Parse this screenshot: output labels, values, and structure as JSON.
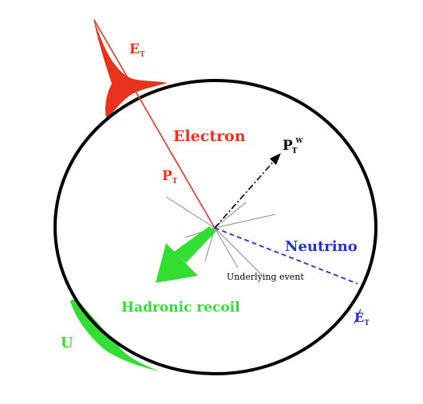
{
  "diagram": {
    "labels": {
      "et_top": "E",
      "et_top_sub": "T",
      "electron": "Electron",
      "pt_electron": "P",
      "pt_electron_sub": "T",
      "ptw": "P",
      "ptw_sub": "T",
      "ptw_sup": "W",
      "neutrino": "Neutrino",
      "underlying_event": "Underlying event",
      "hadronic_recoil": "Hadronic recoil",
      "u": "U",
      "et_missing": "E",
      "et_missing_sub": "T"
    },
    "colors": {
      "electron": "#e8341c",
      "neutrino": "#2233cc",
      "hadronic": "#33dd33",
      "circle": "#000000",
      "underlying": "#888888"
    }
  }
}
